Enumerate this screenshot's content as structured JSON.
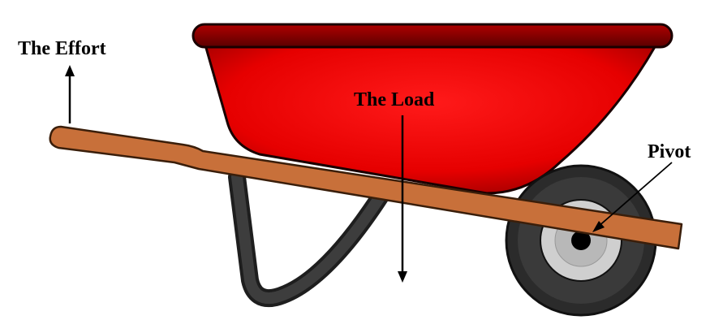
{
  "labels": {
    "effort": "The Effort",
    "load": "The Load",
    "pivot": "Pivot"
  },
  "colors": {
    "tray": "#e60000",
    "tray_rim": "#7a0000",
    "handle": "#c8703a",
    "leg": "#3a3a3a",
    "tire": "#2b2b2b",
    "hub": "#c8c8c8",
    "arrow": "#000000"
  },
  "icons": {
    "wheelbarrow": "wheelbarrow-icon"
  }
}
